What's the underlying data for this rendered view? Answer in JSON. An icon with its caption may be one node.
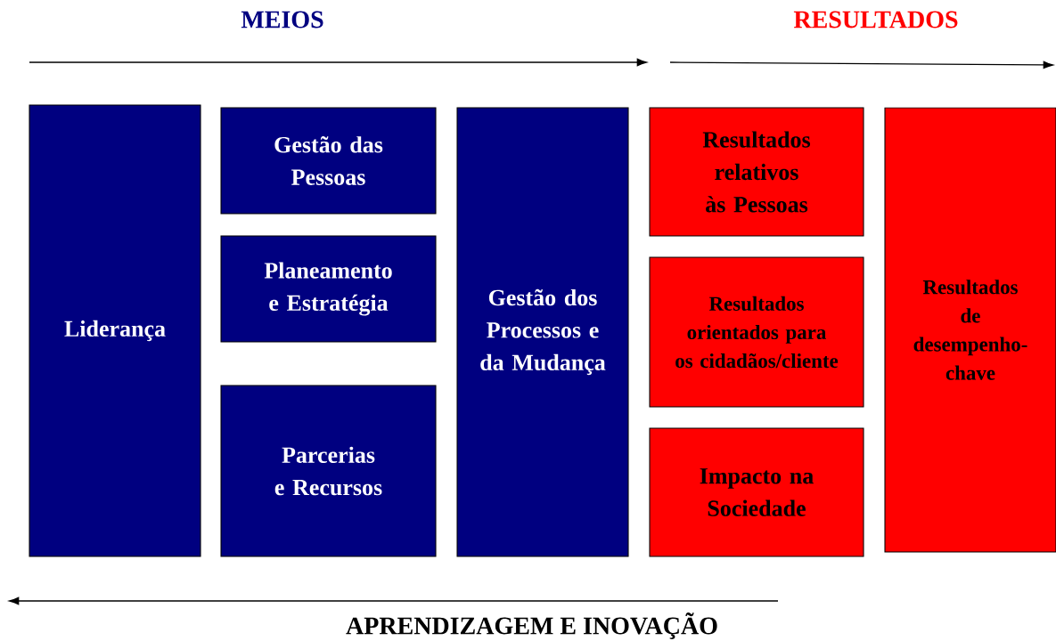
{
  "diagram": {
    "nodes": [
      {
        "text": [
          "Liderança"
        ]
      },
      {
        "text": [
          "Gestão das Pessoas"
        ]
      },
      {
        "text": [
          "Planeamento e Estratégia"
        ]
      },
      {
        "text": [
          "Parcerias e Recursos"
        ]
      },
      {
        "text": [
          "Gestão dos Processos e da Mudança"
        ]
      },
      {
        "text": [
          "Resultados relativos às Pessoas"
        ]
      },
      {
        "text": [
          "Resultados orientados para os cidadãos/cliente"
        ]
      },
      {
        "text": [
          "Impacto na Sociedade"
        ]
      },
      {
        "text": [
          "Resultados de desempenho-chave"
        ]
      }
    ],
    "labels": [
      "MEIOS",
      "RESULTADOS",
      "APRENDIZAGEM E INOVAÇÃO"
    ]
  }
}
